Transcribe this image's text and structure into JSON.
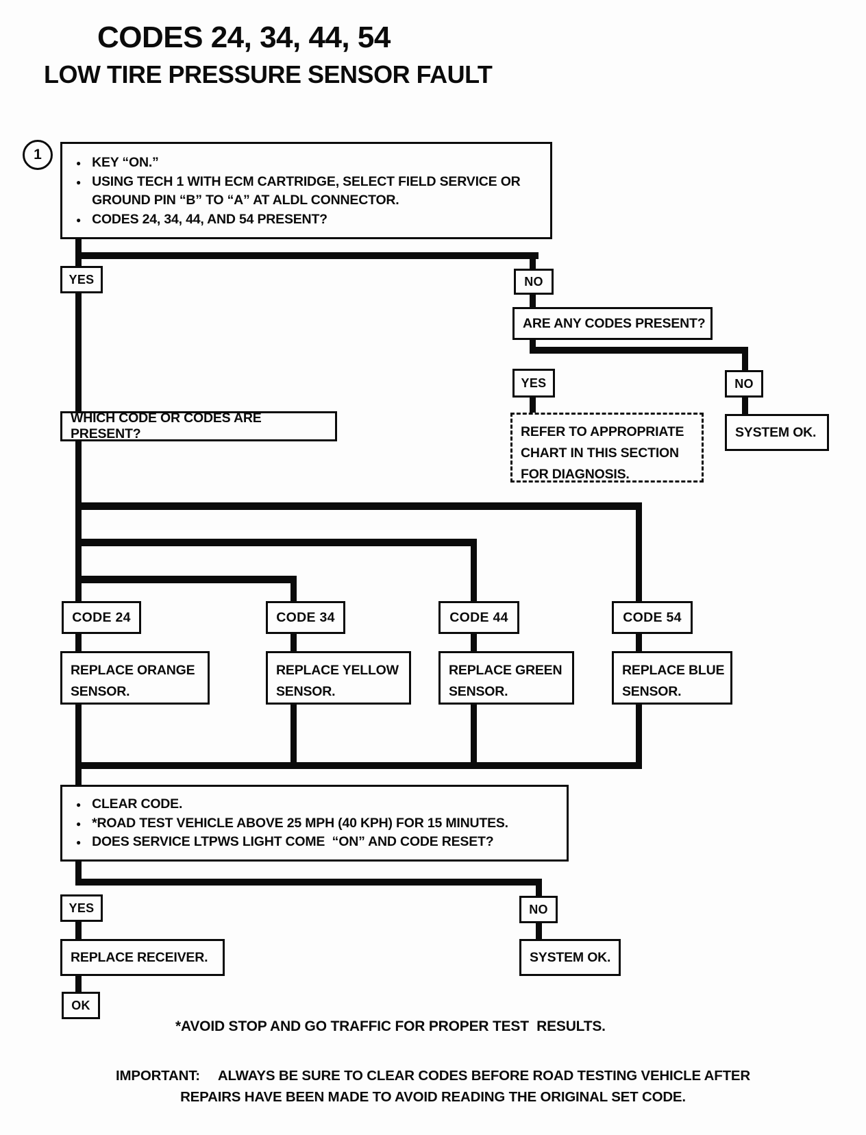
{
  "page": {
    "title_line1": "CODES 24, 34, 44, 54",
    "title_line2": "LOW TIRE PRESSURE SENSOR FAULT",
    "step_number": "1"
  },
  "boxes": {
    "start": {
      "bullet1": "KEY “ON.”",
      "bullet2": "USING TECH 1 WITH ECM CARTRIDGE, SELECT FIELD SERVICE OR\nGROUND PIN “B” TO “A” AT ALDL CONNECTOR.",
      "bullet3": "CODES 24, 34, 44, AND 54 PRESENT?"
    },
    "yes_top": "YES",
    "no_top": "NO",
    "any_codes_question": "ARE ANY CODES PRESENT?",
    "yes_any": "YES",
    "no_any": "NO",
    "refer_chart": "REFER TO APPROPRIATE\nCHART IN THIS SECTION\nFOR DIAGNOSIS.",
    "system_ok_top": "SYSTEM OK.",
    "which_code_question": "WHICH CODE OR CODES ARE PRESENT?",
    "code24": "CODE 24",
    "code34": "CODE 34",
    "code44": "CODE 44",
    "code54": "CODE 54",
    "replace_orange": "REPLACE ORANGE\nSENSOR.",
    "replace_yellow": "REPLACE YELLOW\nSENSOR.",
    "replace_green": "REPLACE GREEN\nSENSOR.",
    "replace_blue": "REPLACE BLUE\nSENSOR.",
    "clear_code": {
      "bullet1": "CLEAR CODE.",
      "bullet2": "*ROAD TEST VEHICLE ABOVE 25 MPH (40 KPH) FOR 15 MINUTES.",
      "bullet3": "DOES SERVICE LTPWS LIGHT COME  “ON” AND CODE RESET?"
    },
    "yes_reset": "YES",
    "no_reset": "NO",
    "replace_receiver": "REPLACE RECEIVER.",
    "system_ok_bottom": "SYSTEM OK.",
    "ok_terminal": "OK"
  },
  "notes": {
    "footnote": "*AVOID STOP AND GO TRAFFIC FOR PROPER TEST  RESULTS.",
    "important_label": "IMPORTANT:",
    "important_line1": "ALWAYS BE SURE TO CLEAR CODES BEFORE ROAD TESTING VEHICLE AFTER",
    "important_line2": "REPAIRS HAVE BEEN MADE TO AVOID READING THE ORIGINAL SET CODE."
  }
}
